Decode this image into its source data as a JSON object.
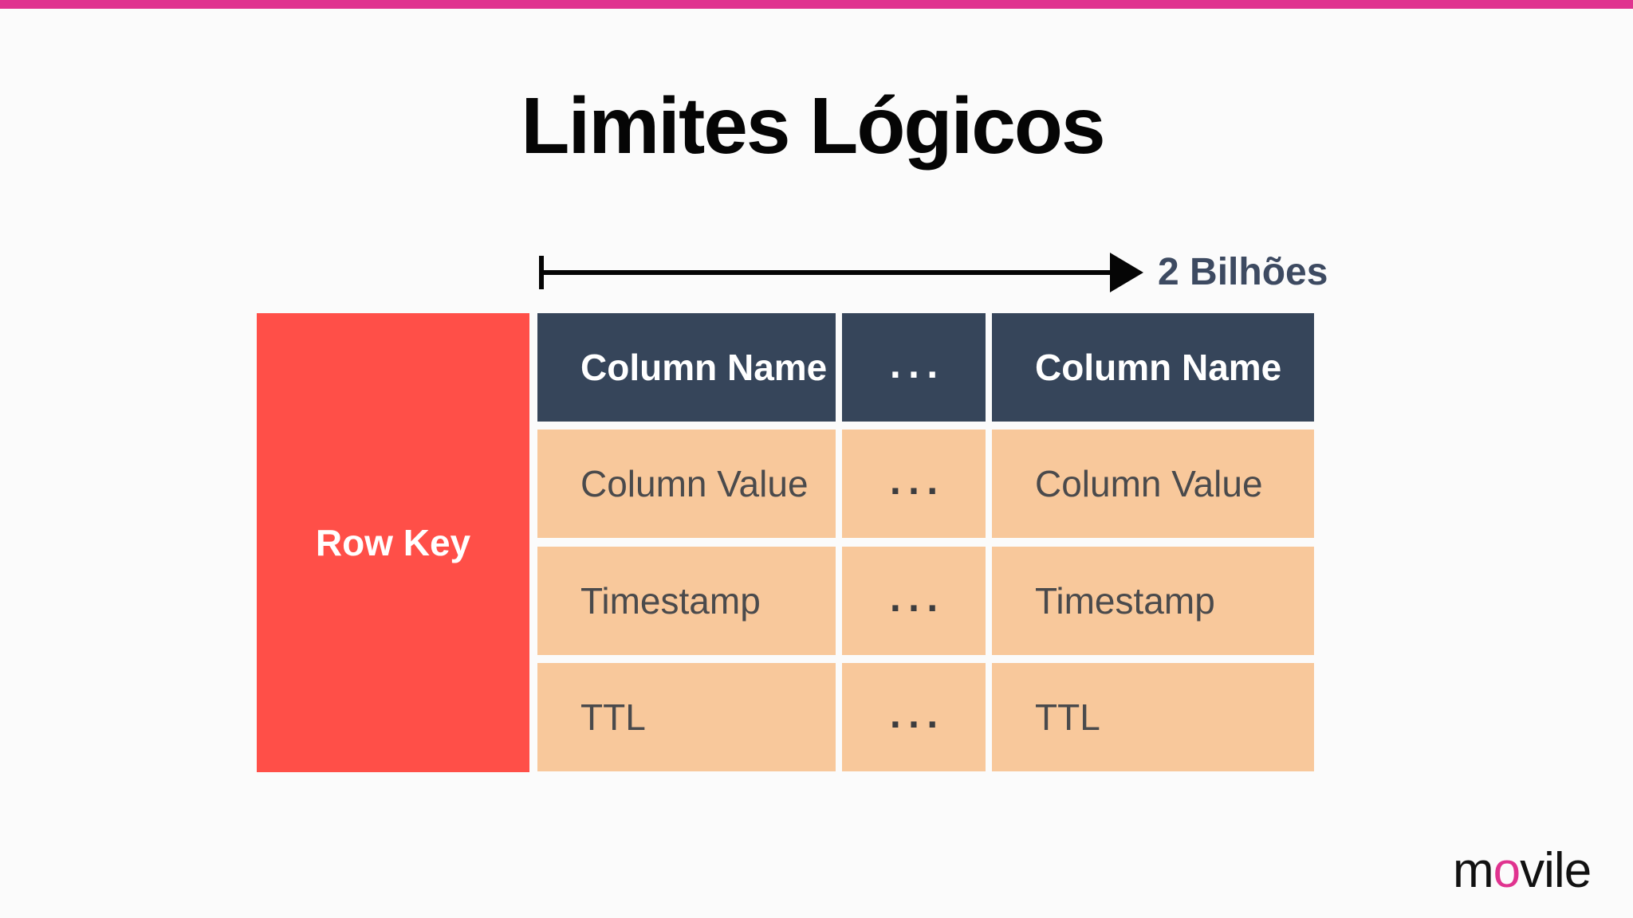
{
  "slide": {
    "title": "Limites Lógicos",
    "arrow_label": "2 Bilhões"
  },
  "diagram": {
    "row_key": "Row Key",
    "header": [
      "Column Name",
      "...",
      "Column Name"
    ],
    "rows": [
      [
        "Column Value",
        "...",
        "Column Value"
      ],
      [
        "Timestamp",
        "...",
        "Timestamp"
      ],
      [
        "TTL",
        "...",
        "TTL"
      ]
    ]
  },
  "logo": {
    "text": "movile",
    "part1": "m",
    "part2": "o",
    "part3": "vile"
  },
  "colors": {
    "accent": "#e0338f",
    "row_key": "#ff4f48",
    "header": "#36455a",
    "cell": "#f8c89b",
    "label": "#3d4a61"
  }
}
